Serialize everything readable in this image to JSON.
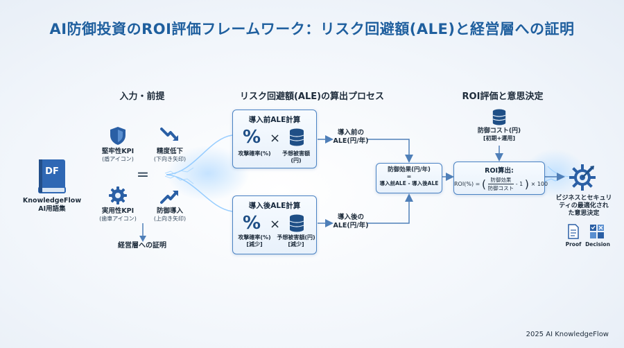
{
  "title": "AI防御投資のROI評価フレームワーク：リスク回避額(ALE)と経営層への証明",
  "sections": {
    "input": "入力・前提",
    "process": "リスク回避額(ALE)の算出プロセス",
    "decision": "ROI評価と意思決定"
  },
  "book": {
    "icon_text": "DF",
    "label1": "KnowledgeFlow",
    "label2": "AI用語集"
  },
  "kpi": {
    "robust_label": "堅牢性KPI",
    "robust_sub": "(盾アイコン)",
    "accuracy_label": "精度低下",
    "accuracy_sub": "(下向き矢印)",
    "practical_label": "実用性KPI",
    "practical_sub": "(歯車アイコン)",
    "defense_label": "防御導入",
    "defense_sub": "(上向き矢印)",
    "equals": "=",
    "proof_label": "経営層への証明"
  },
  "before_box": {
    "title": "導入前ALE計算",
    "pct": "%",
    "times": "×",
    "prob_label": "攻撃確率(%)",
    "loss_label1": "予想被害額",
    "loss_label2": "(円)"
  },
  "after_box": {
    "title": "導入後ALE計算",
    "pct": "%",
    "times": "×",
    "prob_label1": "攻撃確率(%)",
    "prob_label2": "[減少]",
    "loss_label1": "予想被害額(円)",
    "loss_label2": "[減少]"
  },
  "before_out": {
    "line1": "導入前の",
    "line2": "ALE(円/年)"
  },
  "after_out": {
    "line1": "導入後の",
    "line2": "ALE(円/年)"
  },
  "effect_box": {
    "line1": "防御効果(円/年)",
    "line2": "=",
    "line3": "導入前ALE - 導入後ALE"
  },
  "cost": {
    "label": "防御コスト(円)",
    "sub": "[初期+運用]"
  },
  "roi_box": {
    "title": "ROI算出:",
    "lhs": "ROI(%) =",
    "num": "防御効果",
    "den": "防御コスト",
    "minus": "- 1",
    "mult": "× 100"
  },
  "result": {
    "line1": "ビジネスとセキュリ",
    "line2": "ティの最適化され",
    "line3": "た意思決定",
    "proof": "Proof",
    "decision": "Decision"
  },
  "footer": "2025 AI KnowledgeFlow",
  "colors": {
    "accent": "#1f5f9e",
    "box_border": "#4a82c3",
    "arrow": "#4f7fb8",
    "icon": "#1f4f86"
  }
}
